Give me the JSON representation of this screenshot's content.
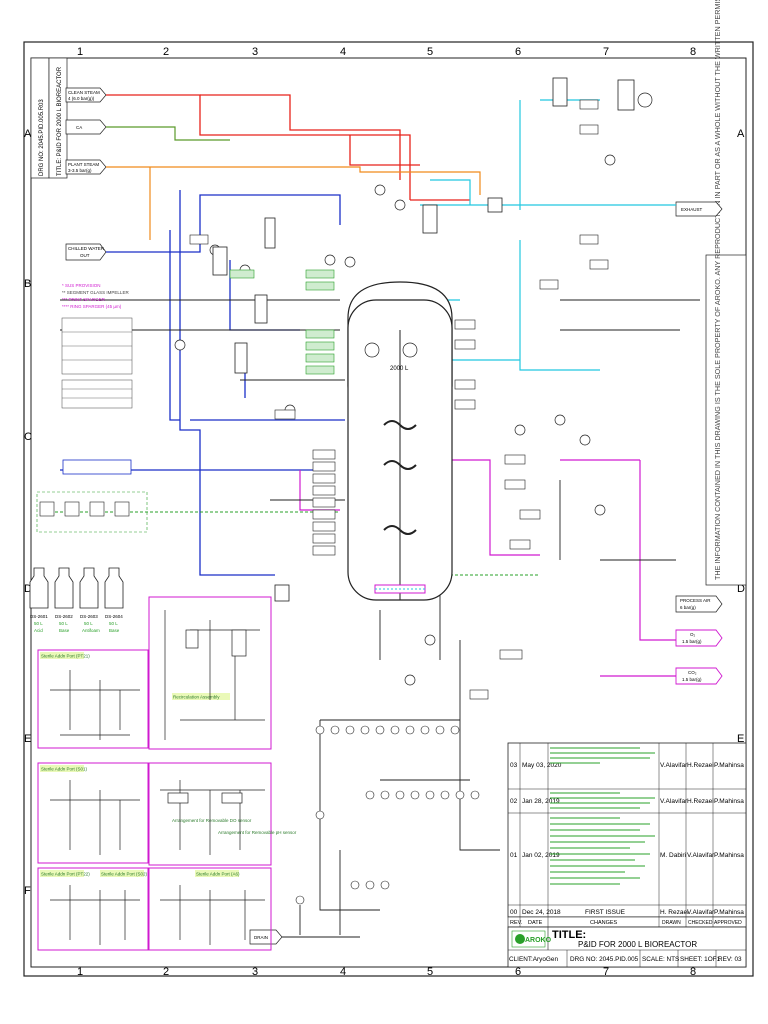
{
  "drawing": {
    "drg_no_vertical": "DRG NO: 2045.PID.005.R03",
    "title_vertical": "TITLE: P&ID FOR 2000 L BIOREACTOR",
    "notice_vertical": "THE INFORMATION CONTAINED IN THIS DRAWING IS THE SOLE PROPERTY OF AROKO. ANY REPRODUCTION IN PART OR AS A WHOLE WITHOUT THE WRITTEN PERMISSION OF AROKO IS PROHIBITED"
  },
  "grid": {
    "columns": [
      "1",
      "2",
      "3",
      "4",
      "5",
      "6",
      "7",
      "8"
    ],
    "rows": [
      "A",
      "B",
      "C",
      "D",
      "E",
      "F"
    ]
  },
  "utilities": {
    "clean_steam": "CLEAN STEAM",
    "clean_steam_pressure": "4 (6.0 bar(g))",
    "ca": "CA",
    "plant_steam": "PLANT STEAM",
    "plant_steam_pressure": "3-3.5 bar(g)",
    "chilled_water": "CHILLED WATER",
    "chilled_water_out": "OUT",
    "exhaust": "EXHAUST",
    "drain": "DRAIN",
    "process_air": "PROCESS AIR",
    "process_air_pressure": "6 bar(g)",
    "o2": "O₂",
    "o2_pressure": "1.5 bar(g)",
    "co2": "CO₂",
    "co2_pressure": "1.5 bar(g)"
  },
  "bottles": [
    {
      "tag": "DS-2601",
      "line1": "50 L",
      "line2": "Acid"
    },
    {
      "tag": "DS-2602",
      "line1": "50 L",
      "line2": "Base"
    },
    {
      "tag": "DS-2603",
      "line1": "50 L",
      "line2": "Antifoam"
    },
    {
      "tag": "DS-2604",
      "line1": "50 L",
      "line2": "Base"
    }
  ],
  "legend": {
    "items": [
      "* SUS PROVISION",
      "** SEGMENT GLASS IMPELLER",
      "*** PRINT SPARGER",
      "**** RING SPARGER (45 µm)"
    ]
  },
  "sections": {
    "sterile_port_1": "Sterile Addn Port (PT21)",
    "sterile_port_2": "Sterile Addn Port (S01)",
    "sterile_port_3": "Sterile Addn Port (PT22)",
    "sterile_port_4": "Sterile Addn Port (S02)",
    "sterile_port_5": "Sterile Addn Port (A6)",
    "recirc_1": "Arrangement for Removable DO sensor",
    "recirc_2": "Arrangement for Removable pH sensor",
    "recirc_3": "Recirculation Assembly"
  },
  "vessel": {
    "label": "2000 L"
  },
  "revisions": [
    {
      "rev": "03",
      "date": "May 03, 2020",
      "drawn": "V.Alavifar",
      "checked": "H.Rezaei",
      "approved": "P.Mahinsa"
    },
    {
      "rev": "02",
      "date": "Jan 28, 2019",
      "drawn": "V.Alavifar",
      "checked": "H.Rezaei",
      "approved": "P.Mahinsa"
    },
    {
      "rev": "01",
      "date": "Jan 02, 2019",
      "drawn": "M. Dabiri",
      "checked": "V.Alavifar",
      "approved": "P.Mahinsa"
    },
    {
      "rev": "00",
      "date": "Dec 24, 2018",
      "changes": "FIRST ISSUE",
      "drawn": "H. Rezaei",
      "checked": "V.Alavifar",
      "approved": "P.Mahinsa"
    }
  ],
  "rev_header": {
    "rev": "REV.",
    "date": "DATE",
    "changes": "CHANGES",
    "drawn": "DRAWN",
    "checked": "CHECKED",
    "approved": "APPROVED"
  },
  "title_block": {
    "title_label": "TITLE:",
    "title": "P&ID FOR 2000 L BIOREACTOR",
    "logo_text": "AROKO",
    "client": "CLIENT:AryoGen",
    "drg_no": "DRG NO: 2045.PID.005",
    "scale": "SCALE: NTS",
    "sheet": "SHEET: 1OF1",
    "rev": "REV: 03"
  },
  "colors": {
    "steam": "#e8221a",
    "ca": "#5a9a2a",
    "plant_steam": "#f08a1a",
    "chilled_water": "#1a2fc8",
    "exhaust": "#22c8e0",
    "co2_o2": "#d01ad0",
    "accent_green": "#2aa02a",
    "ink": "#222222"
  }
}
